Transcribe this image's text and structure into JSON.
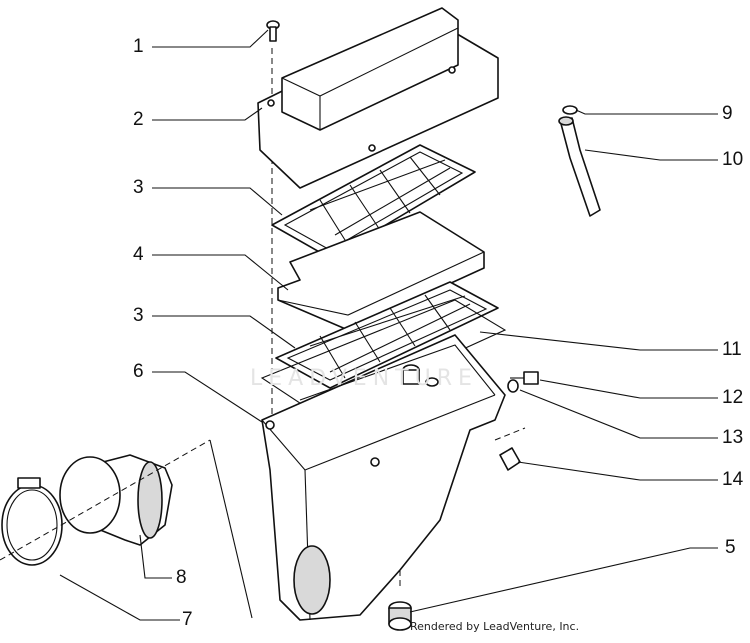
{
  "callouts": [
    {
      "id": "1",
      "label": "1"
    },
    {
      "id": "2",
      "label": "2"
    },
    {
      "id": "3a",
      "label": "3"
    },
    {
      "id": "4",
      "label": "4"
    },
    {
      "id": "3b",
      "label": "3"
    },
    {
      "id": "6",
      "label": "6"
    },
    {
      "id": "7",
      "label": "7"
    },
    {
      "id": "8",
      "label": "8"
    },
    {
      "id": "9",
      "label": "9"
    },
    {
      "id": "10",
      "label": "10"
    },
    {
      "id": "11",
      "label": "11"
    },
    {
      "id": "12",
      "label": "12"
    },
    {
      "id": "13",
      "label": "13"
    },
    {
      "id": "14",
      "label": "14"
    },
    {
      "id": "5",
      "label": "5"
    }
  ],
  "credit": "Rendered by LeadVenture, Inc.",
  "watermark": "LEADVENTURE"
}
